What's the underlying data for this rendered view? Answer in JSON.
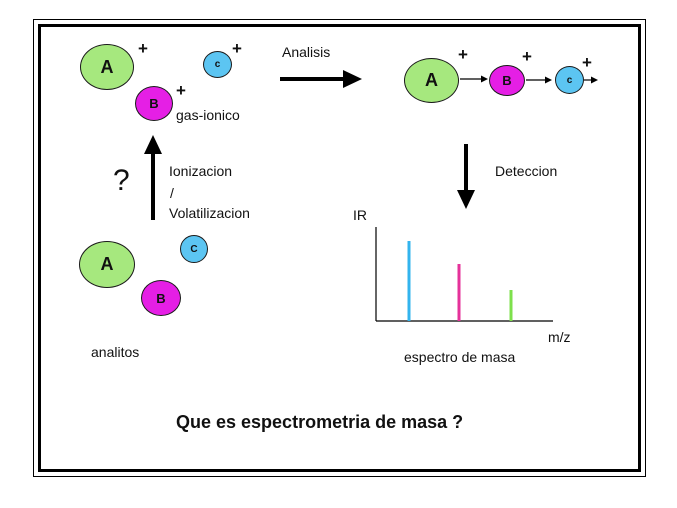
{
  "ions": {
    "a_letter": "A",
    "b_letter": "B",
    "c_letter": "c",
    "c_letter_upper": "C",
    "charge": "+"
  },
  "labels": {
    "gas_ionico": "gas-ionico",
    "analisis": "Analisis",
    "deteccion": "Deteccion",
    "ionizacion": "Ionizacion",
    "slash": "/",
    "volatilizacion": "Volatilizacion",
    "question": "?",
    "analitos": "analitos"
  },
  "spectrum": {
    "ylabel": "IR",
    "xlabel": "m/z",
    "caption": "espectro de masa"
  },
  "title": "Que es espectrometria de masa ?",
  "colors": {
    "a_fill": "#a6e87e",
    "b_fill": "#e51fe5",
    "c_fill": "#5cc5f2",
    "peak_c": "#33b4ee",
    "peak_b": "#e5329a",
    "peak_a": "#7ee04c"
  }
}
